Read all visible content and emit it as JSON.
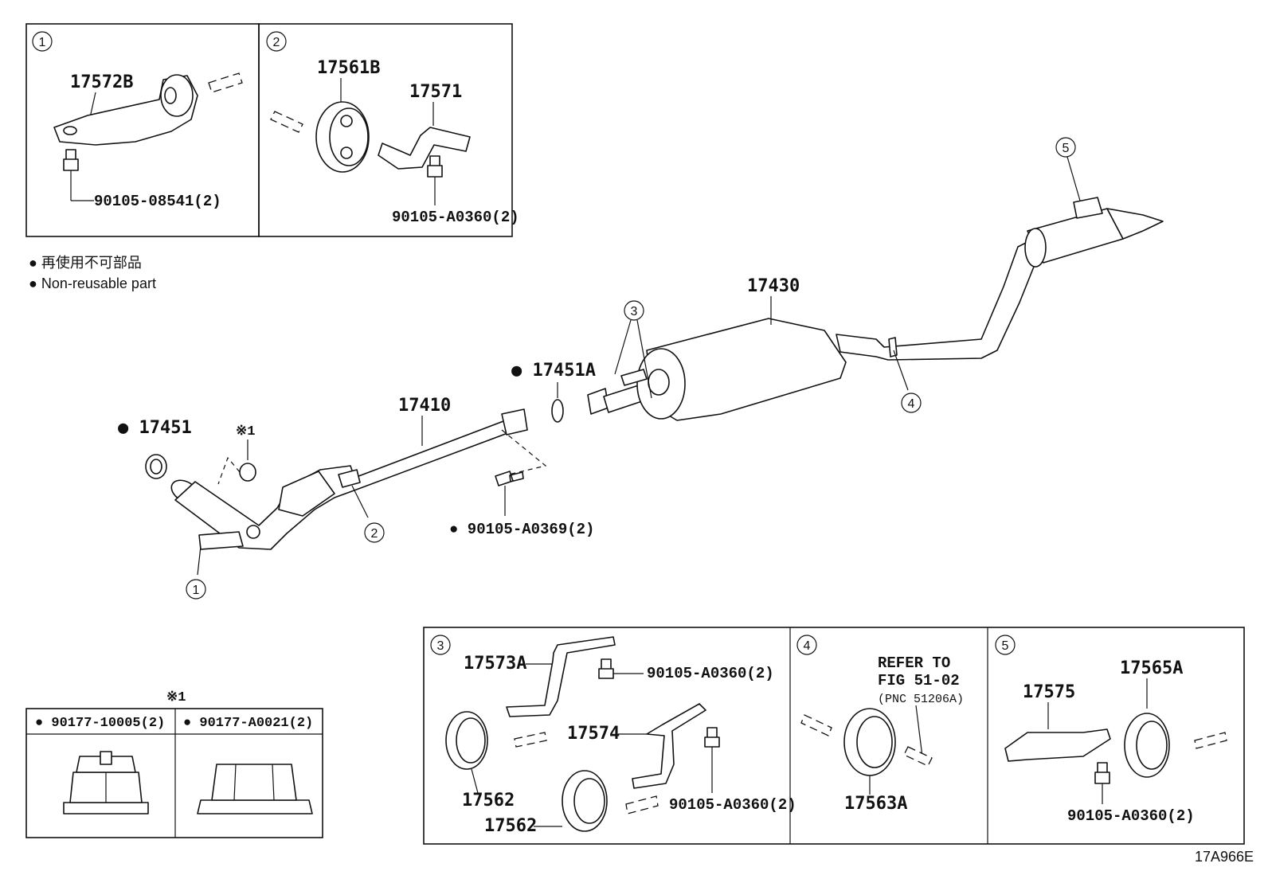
{
  "legend": {
    "jp": "● 再使用不可部品",
    "en": "● Non-reusable part"
  },
  "drawing_id": "17A966E",
  "callouts": [
    "1",
    "2",
    "3",
    "4",
    "5"
  ],
  "asterisk_mark": "※1",
  "inset1": {
    "num": "1",
    "part": "17572B",
    "bolt": "90105-08541(2)"
  },
  "inset2": {
    "num": "2",
    "part_a": "17561B",
    "part_b": "17571",
    "bolt": "90105-A0360(2)"
  },
  "inset3": {
    "num": "3",
    "bracket": "17573A",
    "bolt1": "90105-A0360(2)",
    "hanger_a": "17562",
    "bracket2": "17574",
    "hanger_b": "17562",
    "bolt2": "90105-A0360(2)"
  },
  "inset4": {
    "num": "4",
    "refer1": "REFER TO",
    "refer2": "FIG 51-02",
    "refer3": "(PNC 51206A)",
    "part": "17563A"
  },
  "inset5": {
    "num": "5",
    "bracket": "17575",
    "hanger": "17565A",
    "bolt": "90105-A0360(2)"
  },
  "nuts": {
    "mark": "※1",
    "nut_a": "● 90177-10005(2)",
    "nut_b": "● 90177-A0021(2)"
  },
  "main": {
    "gasket_front": "● 17451",
    "front_pipe": "17410",
    "gasket_center": "● 17451A",
    "center_pipe": "17430",
    "bolt": "● 90105-A0369(2)",
    "mark": "※1"
  }
}
